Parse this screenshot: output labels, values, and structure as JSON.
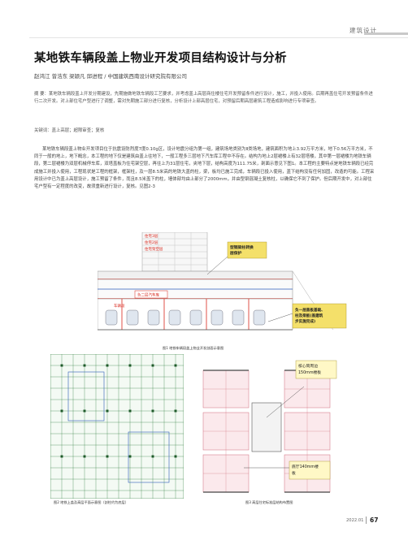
{
  "header": {
    "section": "建筑设计"
  },
  "article": {
    "title": "某地铁车辆段盖上物业开发项目结构设计与分析",
    "authors": "赵鸿江  曾浩东  梁颖凡  邱进程 / 中国建筑西南设计研究院有限公司",
    "abstract": "摘  要：某地铁车辆段盖上开发分期建设，先期施做地铁车辆段工艺要求，并考虑盖上高层商住楼住宅开发预留条件进行设计，施工，并投入使用。后期再盖住宅开发预留条件进行二次开发。对上部住宅户型进行了调整，需对先期施工部分进行复核，分析设计上部高层住宅，对预留后期高层建筑工程造成影响进行专项审查。",
    "keywords": "关键词：盖上高层；超限审查；复核",
    "body": "某地铁车辆段盖上物业开发项目位于抗震设防烈度7度0.10g区，设计地震分组为第一组，建筑场地类别为Ⅱ类场地，建筑面积为地上3.92万平方米，地下0.56万平方米，不同于一般的地上，地下概念，本工程的地下仅是建筑由盖上往地下，一般工程多三层地下汽车库工程中不存在。结构为地上2层裙楼上有32层塔楼，其中第一层裙楼为地铁车辆段，第二层裙楼为双层机械停车库，双塔盖板为住宅架空层，再往上为31层住宅，夹地下层，结构高度为111.75米，剖面示意见下图1。本工程的主要特点是地铁车辆段已经完成施工并投入使用，工程现状是工程的框架，框架柱，及一层8.5米高的地铁大盖的柱，梁，板均已施工完成，车辆段已投入使用，盖下结构没有任何加固，改造的可能。工程采用设计中已为盖上高层设计，施工预留了条件，而且8.5米盖下的柱，墙体部均由上部分了2000mm，并由型钢混凝土复核柱，以确保它不到了保护。但后期开发中，对上部住宅户型有一定程度的改变，故须重新进行设计，复核。见图2-3"
  },
  "figure1": {
    "caption": "图1  地铁车辆段盖上物业开发剖面示意图",
    "label_residential": [
      "住宅3层",
      "住宅2层",
      "住宅架空层"
    ],
    "label_garage": "负二层汽车库",
    "label_depot": "车辆段",
    "callout_top": [
      "型钢梁柱转换",
      "层保护"
    ],
    "callout_bottom": [
      "负一层盖板基础、",
      "柱及梁板(盖建筑",
      "步实施完成)"
    ]
  },
  "figure2": {
    "caption": "图2  地铁上盖及高层平面示意图（剖柱约为底层）"
  },
  "figure3": {
    "caption": "图3  高层住宅标准层结构布置图",
    "callout_a": [
      "核心筒周边",
      "150mm楼板"
    ],
    "callout_b": [
      "底厅140mm楼",
      "板"
    ]
  },
  "footer": {
    "date": "2022.01",
    "page": "67"
  },
  "colors": {
    "accent_red": "#d8261b",
    "fig_green": "#2d7a3a",
    "fig_blue": "#2d5db8",
    "callout_yellow": "#f4e06a"
  }
}
